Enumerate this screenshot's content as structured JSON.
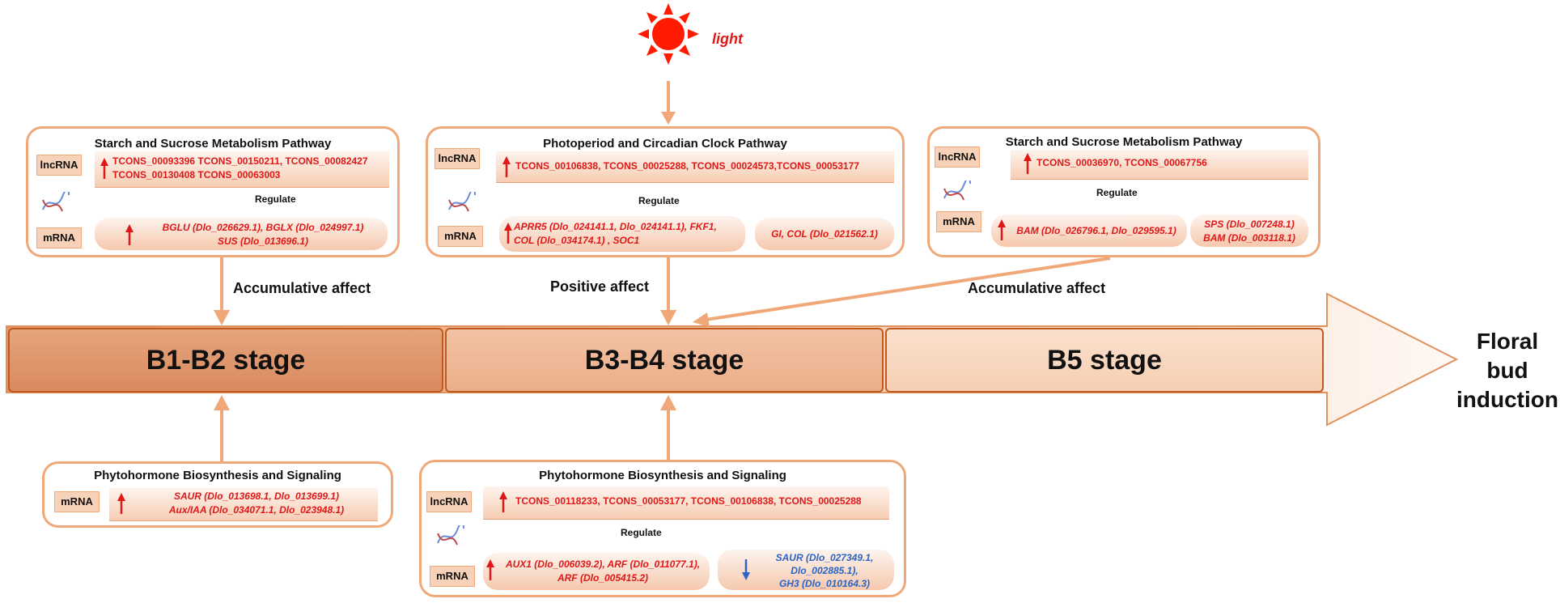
{
  "light_label": "light",
  "panels": {
    "p1": {
      "title": "Starch and Sucrose Metabolism Pathway",
      "lncrna_tag": "lncRNA",
      "mrna_tag": "mRNA",
      "regulate": "Regulate",
      "lnc_line1": "TCONS_00093396 TCONS_00150211, TCONS_00082427",
      "lnc_line2": "TCONS_00130408 TCONS_00063003",
      "mrna_line1": "BGLU (Dlo_026629.1), BGLX (Dlo_024997.1)",
      "mrna_line2": "SUS (Dlo_013696.1)"
    },
    "p2": {
      "title": "Photoperiod and Circadian Clock Pathway",
      "lncrna_tag": "lncRNA",
      "mrna_tag": "mRNA",
      "regulate": "Regulate",
      "lnc_line1": "TCONS_00106838, TCONS_00025288, TCONS_00024573,TCONS_00053177",
      "mrna_line1": "APRR5 (Dlo_024141.1, Dlo_024141.1), FKF1,",
      "mrna_line2": "COL (Dlo_034174.1) , SOC1",
      "mrna_right": "GI, COL (Dlo_021562.1)"
    },
    "p3": {
      "title": "Starch and Sucrose Metabolism Pathway",
      "lncrna_tag": "lncRNA",
      "mrna_tag": "mRNA",
      "regulate": "Regulate",
      "lnc_line1": "TCONS_00036970, TCONS_00067756",
      "mrna_line1": "BAM (Dlo_026796.1, Dlo_029595.1)",
      "mrna_right1": "SPS (Dlo_007248.1)",
      "mrna_right2": "BAM (Dlo_003118.1)"
    },
    "p4": {
      "title": "Phytohormone Biosynthesis and Signaling",
      "mrna_tag": "mRNA",
      "mrna_line1": "SAUR (Dlo_013698.1, Dlo_013699.1)",
      "mrna_line2": "Aux/IAA (Dlo_034071.1, Dlo_023948.1)"
    },
    "p5": {
      "title": "Phytohormone Biosynthesis and Signaling",
      "lncrna_tag": "lncRNA",
      "mrna_tag": "mRNA",
      "regulate": "Regulate",
      "lnc_line1": "TCONS_00118233, TCONS_00053177, TCONS_00106838, TCONS_00025288",
      "mrna_line1": "AUX1 (Dlo_006039.2), ARF (Dlo_011077.1),",
      "mrna_line2": "ARF (Dlo_005415.2)",
      "mrna_right1": "SAUR (Dlo_027349.1,",
      "mrna_right2": "Dlo_002885.1),",
      "mrna_right3": "GH3 (Dlo_010164.3)"
    }
  },
  "effects": {
    "left": "Accumulative affect",
    "middle": "Positive affect",
    "right": "Accumulative affect"
  },
  "stages": [
    "B1-B2 stage",
    "B3-B4 stage",
    "B5 stage"
  ],
  "outcome_line1": "Floral bud",
  "outcome_line2": "induction",
  "colors": {
    "panel_border": "#F0A878",
    "upregulated": "#E01818",
    "downregulated": "#2A64C4",
    "stage_border": "#C05A1C",
    "light": "#FF1A00"
  }
}
